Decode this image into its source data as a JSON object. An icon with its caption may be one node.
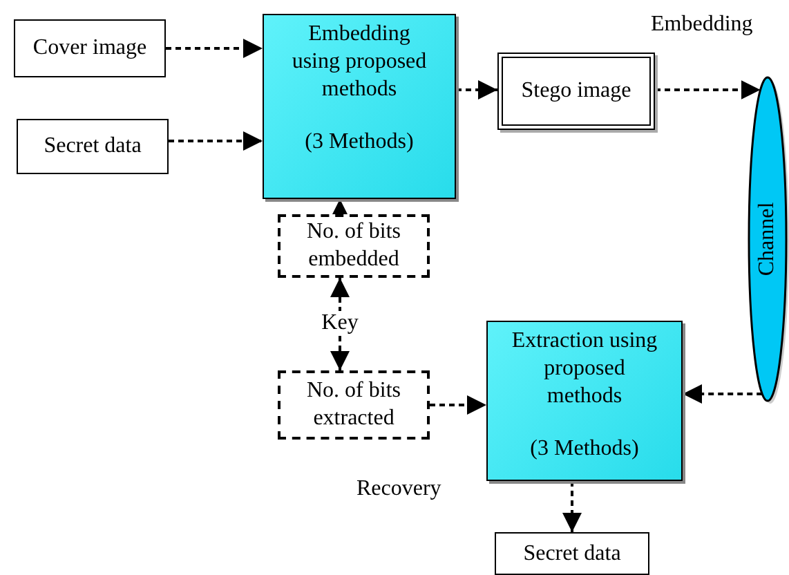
{
  "diagram": {
    "nodes": [
      {
        "text": [
          "Cover image"
        ]
      },
      {
        "text": [
          "Secret data"
        ]
      },
      {
        "text": [
          "Embedding using proposed methods",
          "(3 Methods)"
        ]
      },
      {
        "text": [
          "Stego image"
        ]
      },
      {
        "text": [
          "Channel"
        ]
      },
      {
        "text": [
          "No. of bits embedded"
        ]
      },
      {
        "text": [
          "No. of bits extracted"
        ]
      },
      {
        "text": [
          "Extraction using proposed methods",
          "(3 Methods)"
        ]
      },
      {
        "text": [
          "Secret data"
        ]
      }
    ],
    "edges": [
      {
        "from": 0,
        "to": 2,
        "arrow": "to",
        "style": "dashed"
      },
      {
        "from": 1,
        "to": 2,
        "arrow": "to",
        "style": "dashed"
      },
      {
        "from": 2,
        "to": 3,
        "arrow": "to",
        "style": "dashed"
      },
      {
        "from": 3,
        "to": 4,
        "arrow": "to",
        "style": "dashed"
      },
      {
        "from": 5,
        "to": 2,
        "arrow": "to",
        "style": "dashed"
      },
      {
        "from": 5,
        "to": 6,
        "arrow": "both",
        "style": "dashed",
        "label": "Key"
      },
      {
        "from": 6,
        "to": 7,
        "arrow": "to",
        "style": "dashed"
      },
      {
        "from": 4,
        "to": 7,
        "arrow": "to",
        "style": "dashed"
      },
      {
        "from": 7,
        "to": 8,
        "arrow": "to",
        "style": "dashed"
      }
    ],
    "labels": [
      "Embedding",
      "Recovery"
    ]
  }
}
